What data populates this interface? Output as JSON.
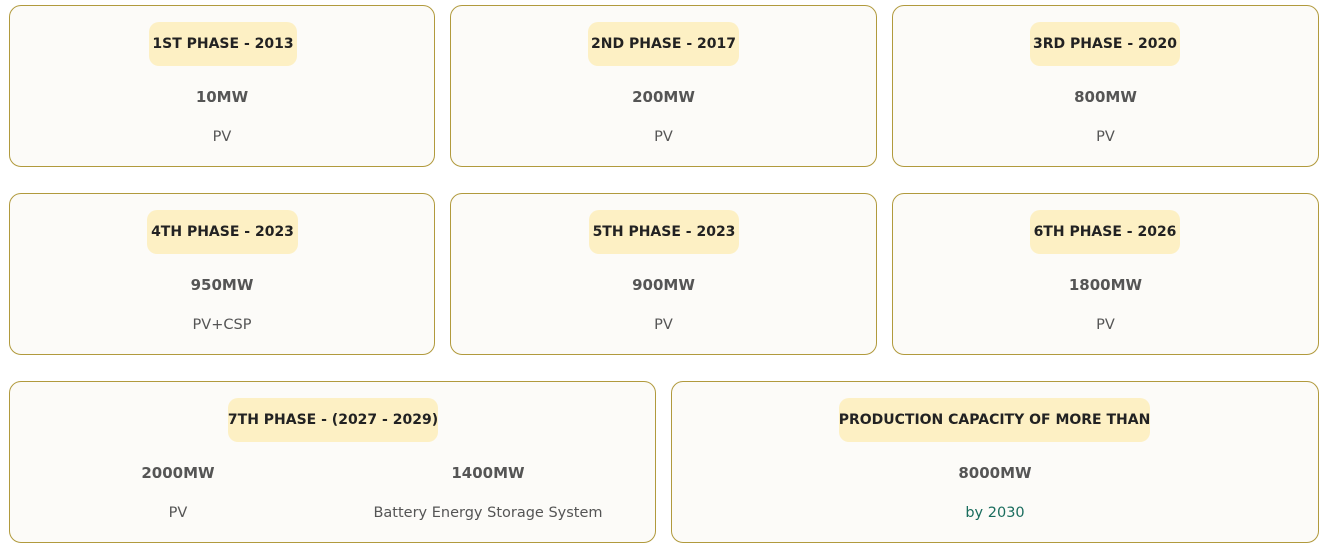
{
  "phases": [
    {
      "title": "1ST PHASE - 2013",
      "capacity": "10MW",
      "tech": "PV"
    },
    {
      "title": "2ND PHASE - 2017",
      "capacity": "200MW",
      "tech": "PV"
    },
    {
      "title": "3RD PHASE - 2020",
      "capacity": "800MW",
      "tech": "PV"
    },
    {
      "title": "4TH PHASE - 2023",
      "capacity": "950MW",
      "tech": "PV+CSP"
    },
    {
      "title": "5TH PHASE - 2023",
      "capacity": "900MW",
      "tech": "PV"
    },
    {
      "title": "6TH PHASE - 2026",
      "capacity": "1800MW",
      "tech": "PV"
    }
  ],
  "phase7": {
    "title": "7TH PHASE - (2027 - 2029)",
    "items": [
      {
        "capacity": "2000MW",
        "tech": "PV"
      },
      {
        "capacity": "1400MW",
        "tech": "Battery Energy Storage System"
      }
    ]
  },
  "total": {
    "title": "PRODUCTION CAPACITY OF MORE THAN",
    "capacity": "8000MW",
    "note": "by 2030"
  },
  "colors": {
    "border": "#b19a3d",
    "badge_bg": "#fdf0c4",
    "card_bg": "#fcfbf8",
    "accent_teal": "#1a6d5e"
  }
}
